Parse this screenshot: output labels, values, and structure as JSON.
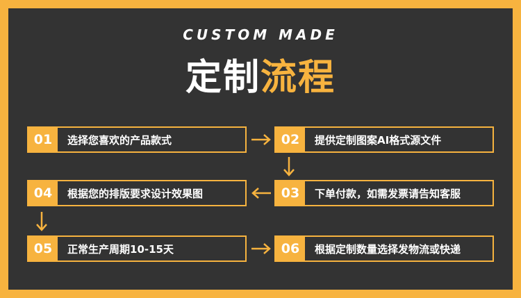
{
  "header": {
    "subtitle": "CUSTOM MADE",
    "title_part1": "定制",
    "title_part2": "流程"
  },
  "colors": {
    "accent": "#f7b33f",
    "panel": "#333333",
    "text": "#ffffff"
  },
  "steps": [
    {
      "num": "01",
      "text": "选择您喜欢的产品款式"
    },
    {
      "num": "02",
      "text": "提供定制图案AI格式源文件"
    },
    {
      "num": "03",
      "text": "下单付款，如需发票请告知客服"
    },
    {
      "num": "04",
      "text": "根据您的排版要求设计效果图"
    },
    {
      "num": "05",
      "text": "正常生产周期10-15天"
    },
    {
      "num": "06",
      "text": "根据定制数量选择发物流或快递"
    }
  ],
  "arrows": [
    "arrow-right-icon",
    "arrow-down-icon",
    "arrow-left-icon",
    "arrow-down-icon",
    "arrow-right-icon"
  ]
}
